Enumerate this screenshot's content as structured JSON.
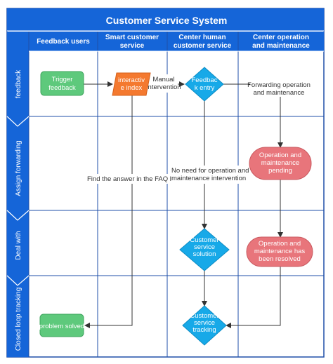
{
  "title": "Customer Service System",
  "columns": [
    "Feedback users",
    "Smart customer\nservice",
    "Center human\ncustomer service",
    "Center operation\nand maintenance"
  ],
  "lanes": [
    "feedback",
    "Assign forwarding",
    "Deal with",
    "Closed loop tracking"
  ],
  "nodes": {
    "trigger": "Trigger\nfeedback",
    "index": "interactiv\ne index",
    "entry": "Feedbac\nk entry",
    "pending": "Operation and\nmaintenance\npending",
    "solution": "Customer\nservice\nsolution",
    "resolved": "Operation and\nmaintenance has\nbeen resolved",
    "tracking": "Customer\nservice\ntracking",
    "solved": "problem solved"
  },
  "edges": {
    "manual": "Manual\nintervention",
    "forwarding": "Forwarding operation\nand maintenance",
    "faq": "Find the answer in the FAQ library",
    "no_need": "No need for operation and\nmaintenance intervention"
  },
  "colors": {
    "header": "#1565d8",
    "border": "#1f4fa8",
    "green": "#5ec97c",
    "orange": "#f4792f",
    "cyan": "#17a9e8",
    "red": "#e8757b"
  }
}
